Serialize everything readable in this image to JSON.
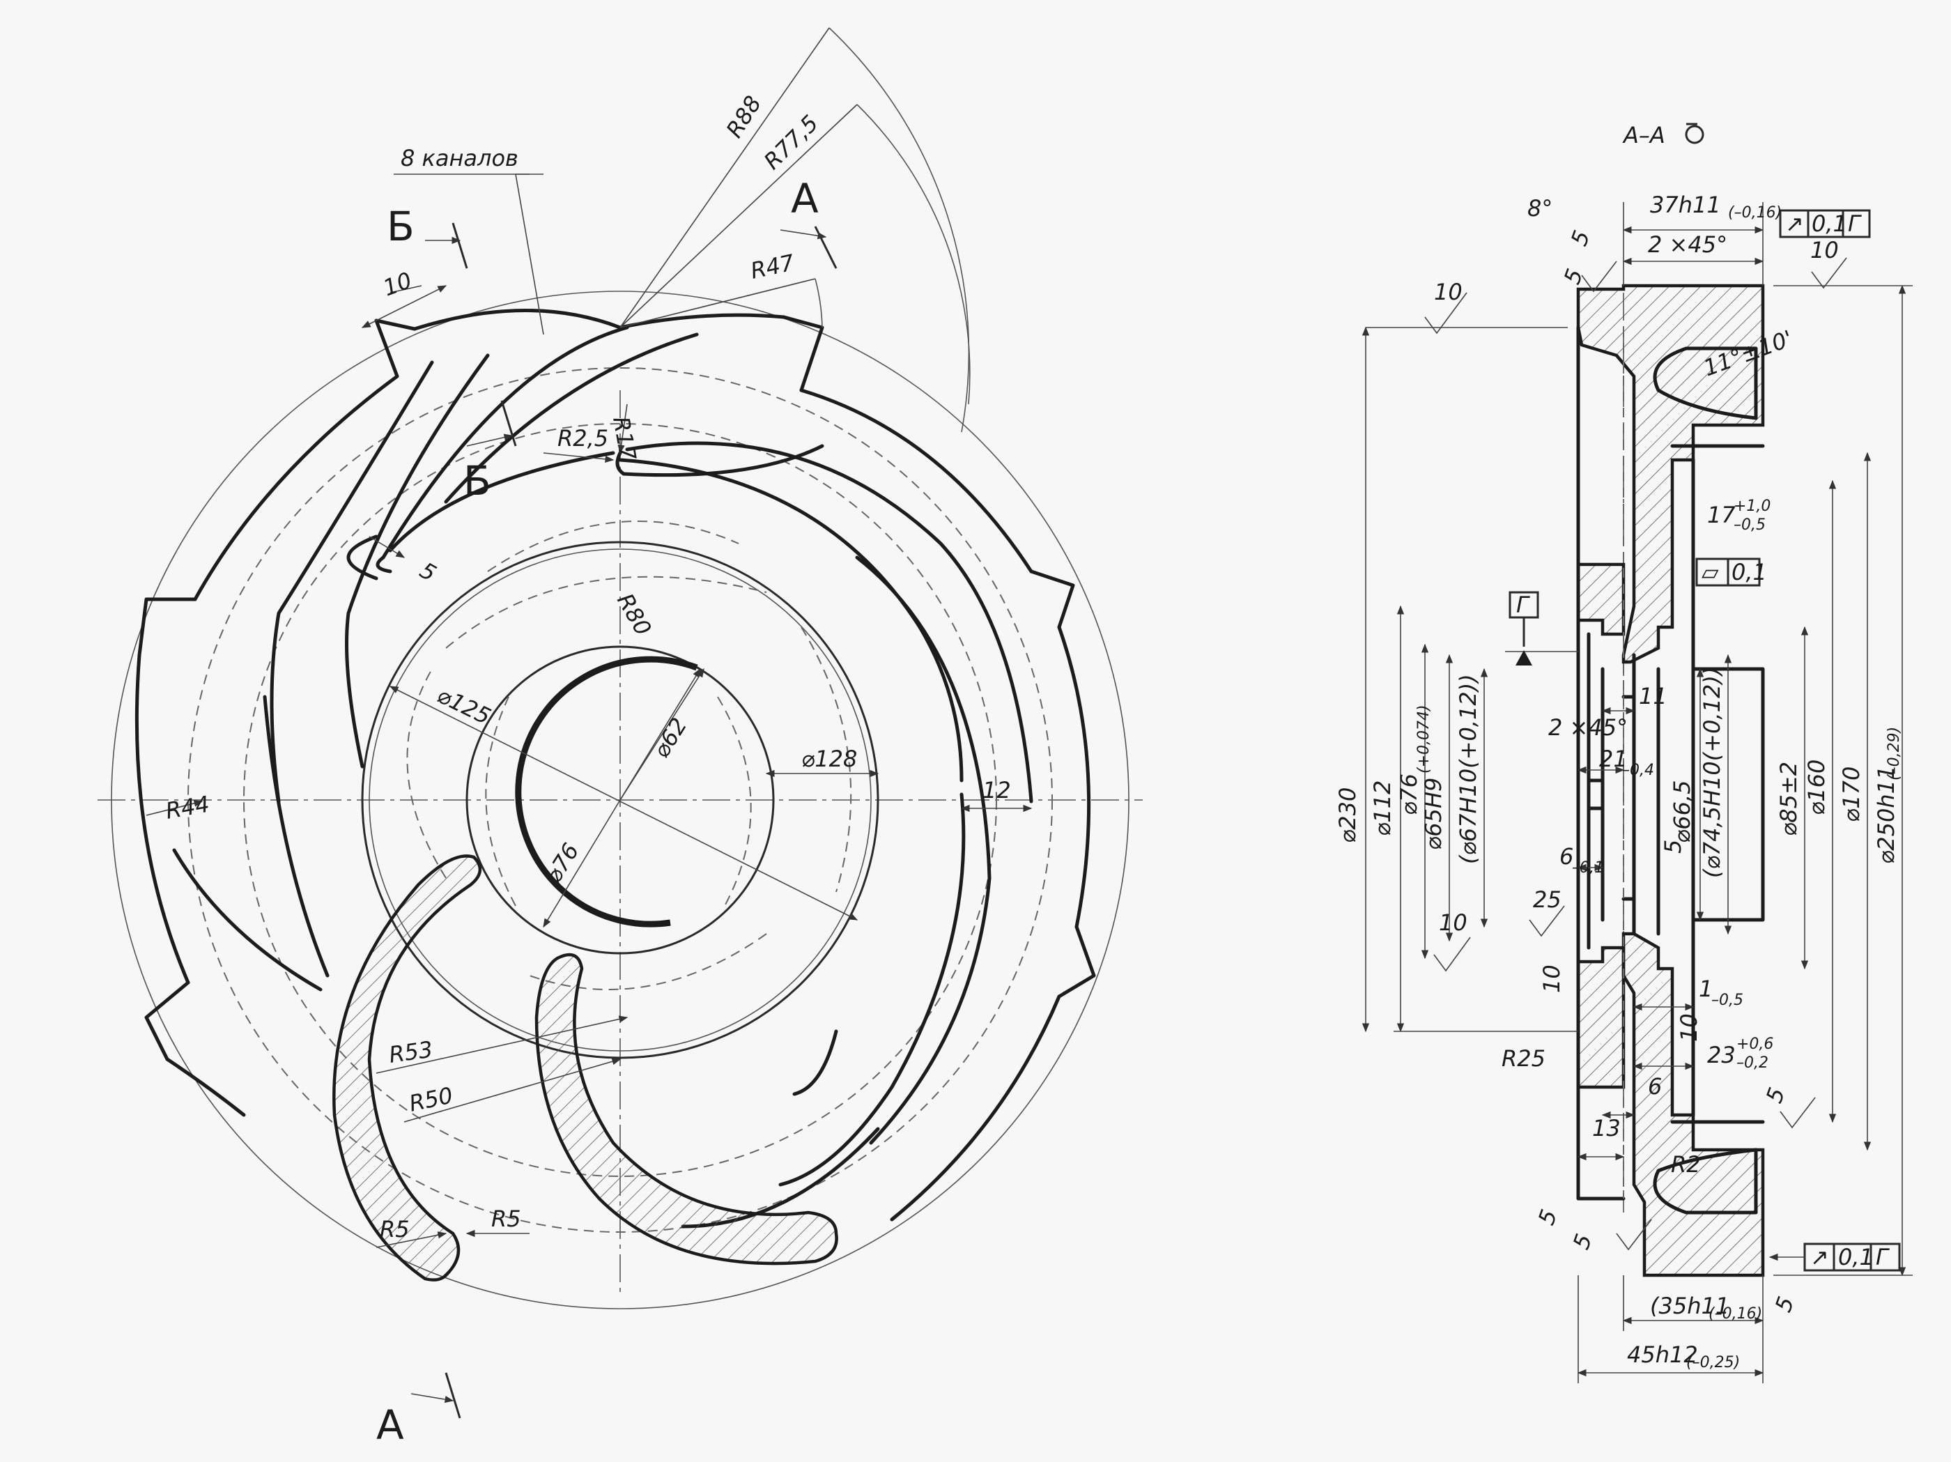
{
  "front_view": {
    "channels_note": "8 каналов",
    "section_a_top": "А",
    "section_a_bottom": "А",
    "section_b_top": "Б",
    "section_b_mid": "Б",
    "dims": {
      "r88": "R88",
      "r77_5": "R77,5",
      "r47": "R47",
      "r17": "R17",
      "r2_5": "R2,5",
      "r80": "R80",
      "d125": "⌀125",
      "d62": "⌀62",
      "d128": "⌀128",
      "d76": "⌀76",
      "r44": "R44",
      "r53": "R53",
      "r50": "R50",
      "r5_left": "R5",
      "r5_right": "R5",
      "w10": "10",
      "w12": "12",
      "w5": "5"
    }
  },
  "section_view": {
    "title": "А–А",
    "dims": {
      "w37": "37h11",
      "w37_tol": "(–0,16)",
      "angle8": "8°",
      "chamfer_top": "2 ×45°",
      "chamfer_mid": "2 ×45°",
      "angle11": "11°±10'",
      "tol17": "17",
      "tol17_up": "+1,0",
      "tol17_dn": "–0,5",
      "d230": "⌀230",
      "d112": "⌀112",
      "d76": "⌀76",
      "d65": "⌀65H9",
      "d65_tol": "(+0,074)",
      "d67": "(⌀67H10(+0,12))",
      "d66_5": "⌀66,5",
      "d74_5": "(⌀74,5H10(+0,12))",
      "d85": "⌀85±2",
      "d160": "⌀160",
      "d170": "⌀170",
      "d250": "⌀250h11",
      "d250_tol": "(–0,29)",
      "w21": "21",
      "w21_tol": "–0,4",
      "w11": "11",
      "w6a": "6",
      "w6a_tol": "–0,1",
      "w5_mid": "5",
      "w25": "25",
      "w10_low": "10",
      "w10_side": "10",
      "w1": "1",
      "w1_tol": "–0,5",
      "w10_in": "10",
      "w23": "23",
      "w23_up": "+0,6",
      "w23_dn": "–0,2",
      "r25": "R25",
      "w6b": "6",
      "w13": "13",
      "r2": "R2",
      "w5_a": "5",
      "w5_b": "5",
      "w5_c": "5",
      "w5_d": "5",
      "w5_e": "5",
      "w5_f": "5",
      "w35": "(35h11",
      "w35_tol": "(–0,16)",
      "w45": "45h12",
      "w45_tol": "(–0,25)",
      "rough10_a": "10",
      "rough10_b": "10",
      "datum": "Г"
    },
    "fcf_top": [
      "↗",
      "0,1",
      "Г"
    ],
    "fcf_mid": [
      "▱",
      "0,1"
    ],
    "fcf_bot": [
      "↗",
      "0,1",
      "Г"
    ]
  }
}
